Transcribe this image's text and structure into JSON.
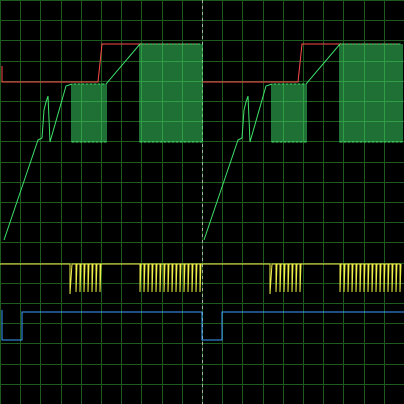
{
  "scope": {
    "background_color": "#000000",
    "grid_color": "#1f5a1f",
    "cursor_color": "#c8c8c8",
    "grid_divisions": {
      "horizontal": 20,
      "vertical": 20
    },
    "channels": [
      {
        "id": "ch-red",
        "color": "#ff4a4a"
      },
      {
        "id": "ch-green",
        "color": "#3ee06a"
      },
      {
        "id": "ch-yellow",
        "color": "#f0f04a"
      },
      {
        "id": "ch-blue",
        "color": "#3aa0ff"
      }
    ]
  }
}
